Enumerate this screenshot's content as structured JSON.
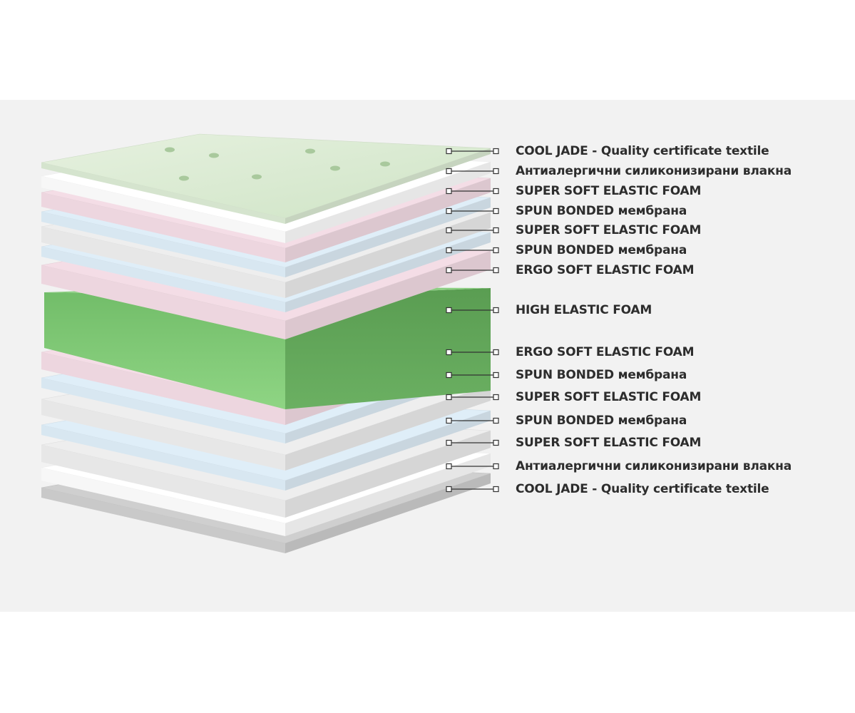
{
  "colors": {
    "jade_top": "#dcebd4",
    "white_fiber": "#ffffff",
    "pink_foam": "#f4dde6",
    "blue_membrane": "#dfeef8",
    "grey_foam": "#eeeeee",
    "green_core": "#7cc576",
    "base": "#cfcfcf",
    "leader_line": "#333333"
  },
  "layers": [
    {
      "label": "COOL JADE - Quality certificate textile",
      "kind": "jade",
      "color_key": "jade_top"
    },
    {
      "label": "Антиалергични силиконизирани влакна",
      "kind": "fiber",
      "color_key": "white_fiber"
    },
    {
      "label": "SUPER SOFT ELASTIC FOAM",
      "kind": "foam",
      "color_key": "pink_foam"
    },
    {
      "label": "SPUN BONDED мембрана",
      "kind": "membrane",
      "color_key": "blue_membrane"
    },
    {
      "label": "SUPER SOFT ELASTIC FOAM",
      "kind": "foam",
      "color_key": "grey_foam"
    },
    {
      "label": "SPUN BONDED мембрана",
      "kind": "membrane",
      "color_key": "blue_membrane"
    },
    {
      "label": "ERGO SOFT ELASTIC FOAM",
      "kind": "foam",
      "color_key": "pink_foam"
    },
    {
      "label": "HIGH ELASTIC FOAM",
      "kind": "core",
      "color_key": "green_core"
    },
    {
      "label": "ERGO SOFT ELASTIC FOAM",
      "kind": "foam",
      "color_key": "pink_foam"
    },
    {
      "label": "SPUN BONDED мембрана",
      "kind": "membrane",
      "color_key": "blue_membrane"
    },
    {
      "label": "SUPER SOFT ELASTIC FOAM",
      "kind": "foam",
      "color_key": "grey_foam"
    },
    {
      "label": "SPUN BONDED мембрана",
      "kind": "membrane",
      "color_key": "blue_membrane"
    },
    {
      "label": "SUPER SOFT ELASTIC FOAM",
      "kind": "foam",
      "color_key": "grey_foam"
    },
    {
      "label": "Антиалергични силиконизирани влакна",
      "kind": "fiber",
      "color_key": "white_fiber"
    },
    {
      "label": "COOL JADE - Quality certificate textile",
      "kind": "jade",
      "color_key": "base"
    }
  ]
}
